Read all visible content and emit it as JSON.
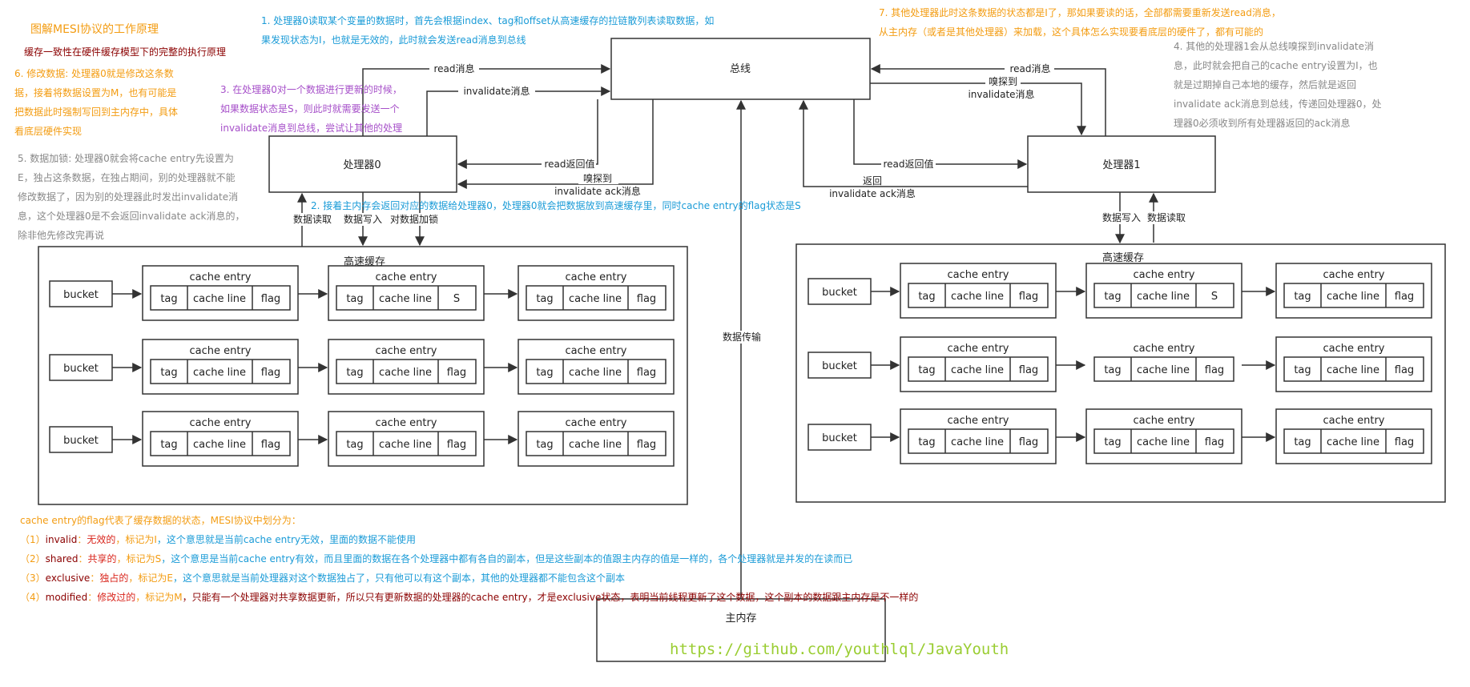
{
  "colors": {
    "orange": "#f39c12",
    "dark_red": "#8b0000",
    "blue": "#1a9bd7",
    "purple": "#a64fc9",
    "gray": "#888888",
    "green_watermark": "#9acd32",
    "red": "#d9251c",
    "line": "#333333"
  },
  "header": {
    "title": "图解MESI协议的工作原理",
    "subtitle": "缓存一致性在硬件缓存模型下的完整的执行原理"
  },
  "notes": {
    "note1": [
      "1. 处理器0读取某个变量的数据时，首先会根据index、tag和offset从高速缓存的拉链散列表读取数据，如",
      "果发现状态为I，也就是无效的，此时就会发送read消息到总线"
    ],
    "note2": "2. 接着主内存会返回对应的数据给处理器0，处理器0就会把数据放到高速缓存里，同时cache entry的flag状态是S",
    "note3": [
      "3. 在处理器0对一个数据进行更新的时候，",
      "如果数据状态是S，则此时就需要发送一个",
      "invalidate消息到总线，尝试让其他的处理"
    ],
    "note4": [
      "4. 其他的处理器1会从总线嗅探到invalidate消",
      "息，此时就会把自己的cache entry设置为I，也",
      "就是过期掉自己本地的缓存，然后就是返回",
      "invalidate ack消息到总线，传递回处理器0，处",
      "理器0必须收到所有处理器返回的ack消息"
    ],
    "note5": [
      "5. 数据加锁: 处理器0就会将cache entry先设置为",
      "E，独占这条数据，在独占期间，别的处理器就不能",
      "修改数据了，因为别的处理器此时发出invalidate消",
      "息，这个处理器0是不会返回invalidate ack消息的，",
      "除非他先修改完再说"
    ],
    "note6": [
      "6. 修改数据: 处理器0就是修改这条数",
      "据，接着将数据设置为M，也有可能是",
      "把数据此时强制写回到主内存中，具体",
      "看底层硬件实现"
    ],
    "note7": [
      "7. 其他处理器此时这条数据的状态都是I了，那如果要读的话，全部都需要重新发送read消息，",
      "从主内存（或者是其他处理器）来加载，这个具体怎么实现要看底层的硬件了，都有可能的"
    ]
  },
  "legend": {
    "intro": "cache entry的flag代表了缓存数据的状态，MESI协议中划分为：",
    "items": [
      {
        "num": "（1）",
        "key": "invalid",
        "sep": "：",
        "label": "无效的",
        "mark": "，标记为I",
        "desc": "，这个意思就是当前cache entry无效，里面的数据不能使用"
      },
      {
        "num": "（2）",
        "key": "shared",
        "sep": "：",
        "label": "共享的",
        "mark": "，标记为S",
        "desc": "，这个意思是当前cache entry有效，而且里面的数据在各个处理器中都有各自的副本，但是这些副本的值跟主内存的值是一样的，各个处理器就是并发的在读而已"
      },
      {
        "num": "（3）",
        "key": "exclusive",
        "sep": "：",
        "label": "独占的",
        "mark": "，标记为E",
        "desc": "，这个意思就是当前处理器对这个数据独占了，只有他可以有这个副本，其他的处理器都不能包含这个副本"
      },
      {
        "num": "（4）",
        "key": "modified",
        "sep": "：",
        "label": "修改过的",
        "mark": "，标记为M",
        "desc": "，只能有一个处理器对共享数据更新，所以只有更新数据的处理器的cache entry，才是exclusive状态，表明当前线程更新了这个数据，这个副本的数据跟主内存是不一样的"
      }
    ]
  },
  "nodes": {
    "bus": "总线",
    "processor0": "处理器0",
    "processor1": "处理器1",
    "main_memory": "主内存",
    "cache_title": "高速缓存",
    "bucket": "bucket",
    "entry_title": "cache entry",
    "tag": "tag",
    "cache_line": "cache line",
    "flag": "flag",
    "flag_s": "S"
  },
  "edges": {
    "read_msg": "read消息",
    "invalidate_msg": "invalidate消息",
    "read_return": "read返回值",
    "sniff": "嗅探到",
    "invalidate_ack": "invalidate ack消息",
    "sniff_invalidate": "invalidate消息",
    "return_word": "返回",
    "data_read": "数据读取",
    "data_write": "数据写入",
    "data_lock": "对数据加锁",
    "data_transfer": "数据传输"
  },
  "watermark": "https://github.com/youthlql/JavaYouth"
}
